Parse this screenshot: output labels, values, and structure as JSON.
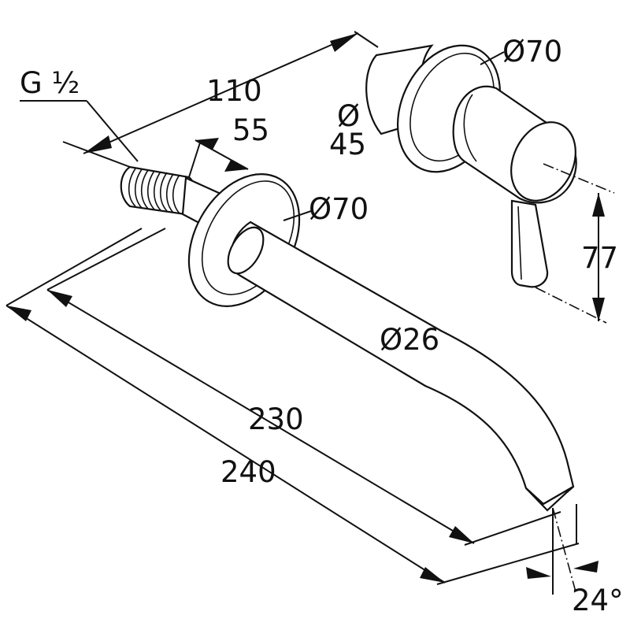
{
  "labels": {
    "thread": "G ½",
    "dim_110": "110",
    "dim_55": "55",
    "dia_rosette_spout": "Ø70",
    "dia_rosette_mixer": "Ø70",
    "dia_body_symbol": "Ø",
    "dia_body_value": "45",
    "dim_77": "77",
    "dia_spout": "Ø26",
    "dim_230": "230",
    "dim_240": "240",
    "angle": "24°"
  }
}
